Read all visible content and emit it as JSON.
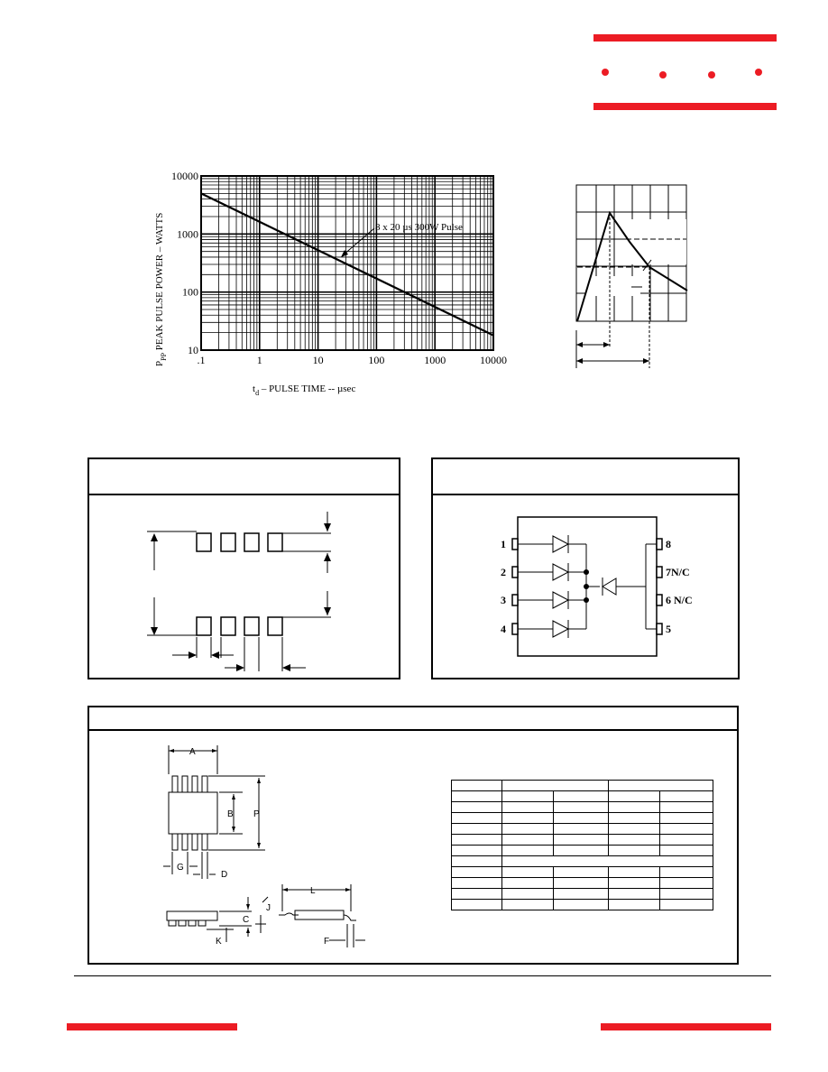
{
  "header": {
    "brand_color": "#ec1c24"
  },
  "chart_data": {
    "type": "line",
    "xscale": "log",
    "yscale": "log",
    "xlim": [
      0.1,
      10000
    ],
    "ylim": [
      10,
      10000
    ],
    "x_tick_labels": [
      ".1",
      "1",
      "10",
      "100",
      "1000",
      "10000"
    ],
    "y_tick_labels": [
      "10",
      "100",
      "1000",
      "10000"
    ],
    "ylabel_main": "P",
    "ylabel_sub": "PP",
    "ylabel_rest": " PEAK PULSE POWER – WATTS",
    "xlabel_main": "t",
    "xlabel_sub": "d",
    "xlabel_rest": " – PULSE TIME -- µsec",
    "grid": true,
    "series": [
      {
        "name": "8 x 20 µs 300W Pulse",
        "x": [
          0.1,
          10000
        ],
        "y": [
          5000,
          18
        ]
      }
    ],
    "annotation": "8 x 20 µs 300W Pulse"
  },
  "circuit": {
    "left_pins": [
      "1",
      "2",
      "3",
      "4"
    ],
    "right_pins": [
      "8",
      "7N/C",
      "6 N/C",
      "5"
    ]
  },
  "outline": {
    "top_view_labels": [
      "A",
      "B",
      "P",
      "G",
      "D"
    ],
    "side_view_labels": [
      "C",
      "K",
      "J",
      "L",
      "F"
    ]
  }
}
